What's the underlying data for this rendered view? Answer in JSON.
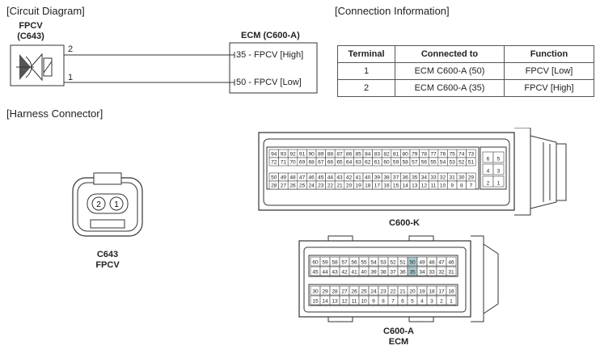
{
  "circuit": {
    "title": "[Circuit Diagram]",
    "component_name": "FPCV",
    "component_code": "(C643)",
    "pin_top": "2",
    "pin_bottom": "1",
    "ecm_title": "ECM (C600-A)",
    "ecm_pin_high": "35 - FPCV [High]",
    "ecm_pin_low": "50 - FPCV [Low]"
  },
  "connection": {
    "title": "[Connection Information]",
    "headers": [
      "Terminal",
      "Connected to",
      "Function"
    ],
    "rows": [
      [
        "1",
        "ECM C600-A (50)",
        "FPCV [Low]"
      ],
      [
        "2",
        "ECM C600-A (35)",
        "FPCV [High]"
      ]
    ]
  },
  "harness": {
    "title": "[Harness Connector]",
    "c643": {
      "pins": [
        "2",
        "1"
      ],
      "label_code": "C643",
      "label_name": "FPCV"
    },
    "c600k": {
      "label": "C600-K",
      "row1": [
        "94",
        "93",
        "92",
        "91",
        "90",
        "89",
        "88",
        "87",
        "86",
        "85",
        "84",
        "83",
        "82",
        "81",
        "80",
        "79",
        "78",
        "77",
        "76",
        "75",
        "74",
        "73"
      ],
      "row2": [
        "72",
        "71",
        "70",
        "69",
        "68",
        "67",
        "66",
        "65",
        "64",
        "63",
        "62",
        "61",
        "60",
        "59",
        "58",
        "57",
        "56",
        "55",
        "54",
        "53",
        "52",
        "51"
      ],
      "row3": [
        "50",
        "49",
        "48",
        "47",
        "46",
        "45",
        "44",
        "43",
        "42",
        "41",
        "40",
        "39",
        "38",
        "37",
        "36",
        "35",
        "34",
        "33",
        "32",
        "31",
        "30",
        "29"
      ],
      "row4": [
        "28",
        "27",
        "26",
        "25",
        "24",
        "23",
        "22",
        "21",
        "20",
        "19",
        "18",
        "17",
        "16",
        "15",
        "14",
        "13",
        "12",
        "11",
        "10",
        "9",
        "8",
        "7"
      ],
      "side": [
        [
          "6",
          "5"
        ],
        [
          "4",
          "3"
        ],
        [
          "2",
          "1"
        ]
      ]
    },
    "c600a": {
      "label_code": "C600-A",
      "label_name": "ECM",
      "row1": [
        "60",
        "59",
        "58",
        "57",
        "56",
        "55",
        "54",
        "53",
        "52",
        "51",
        "50",
        "49",
        "48",
        "47",
        "46"
      ],
      "row2": [
        "45",
        "44",
        "43",
        "42",
        "41",
        "40",
        "39",
        "38",
        "37",
        "36",
        "35",
        "34",
        "33",
        "32",
        "31"
      ],
      "row3": [
        "30",
        "29",
        "28",
        "27",
        "26",
        "25",
        "24",
        "23",
        "22",
        "21",
        "20",
        "19",
        "18",
        "17",
        "16"
      ],
      "row4": [
        "15",
        "14",
        "13",
        "12",
        "11",
        "10",
        "9",
        "8",
        "7",
        "6",
        "5",
        "4",
        "3",
        "2",
        "1"
      ],
      "highlight": [
        "50",
        "35"
      ],
      "highlight_color": "#a8c8cc"
    }
  }
}
